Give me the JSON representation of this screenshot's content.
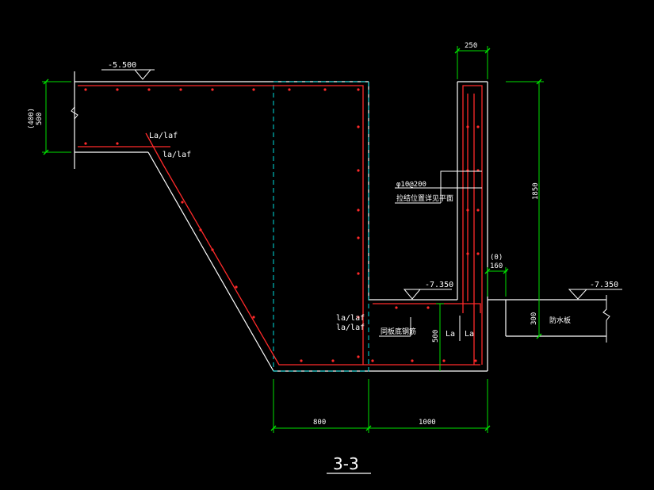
{
  "colors": {
    "background": "#000000",
    "outline": "#ffffff",
    "rebar": "#ff2a2a",
    "dimension": "#00e000",
    "centerline": "#00dede",
    "text": "#ffffff"
  },
  "labels": {
    "elev_left": "-5.500",
    "dim_top": "250",
    "dim_left_a": "(400)",
    "dim_left_b": "500",
    "la_laf_1": "La/laf",
    "la_laf_2": "la/laf",
    "stirrup_spec": "φ10@200",
    "stirrup_note": "拉结位置详见平面",
    "dim_right": "1850",
    "dim_10": "(0)",
    "dim_160": "160",
    "elev_mid": "-7.350",
    "elev_right": "-7.350",
    "la_laf_3": "la/laf",
    "la_laf_4": "la/laf",
    "base_slab_note": "同板底钢筋",
    "dim_500": "500",
    "la_a": "La",
    "la_b": "La",
    "dim_300": "300",
    "waterproof_label": "防水板",
    "dim_800": "800",
    "dim_1000": "1000",
    "section_title": "3-3"
  }
}
